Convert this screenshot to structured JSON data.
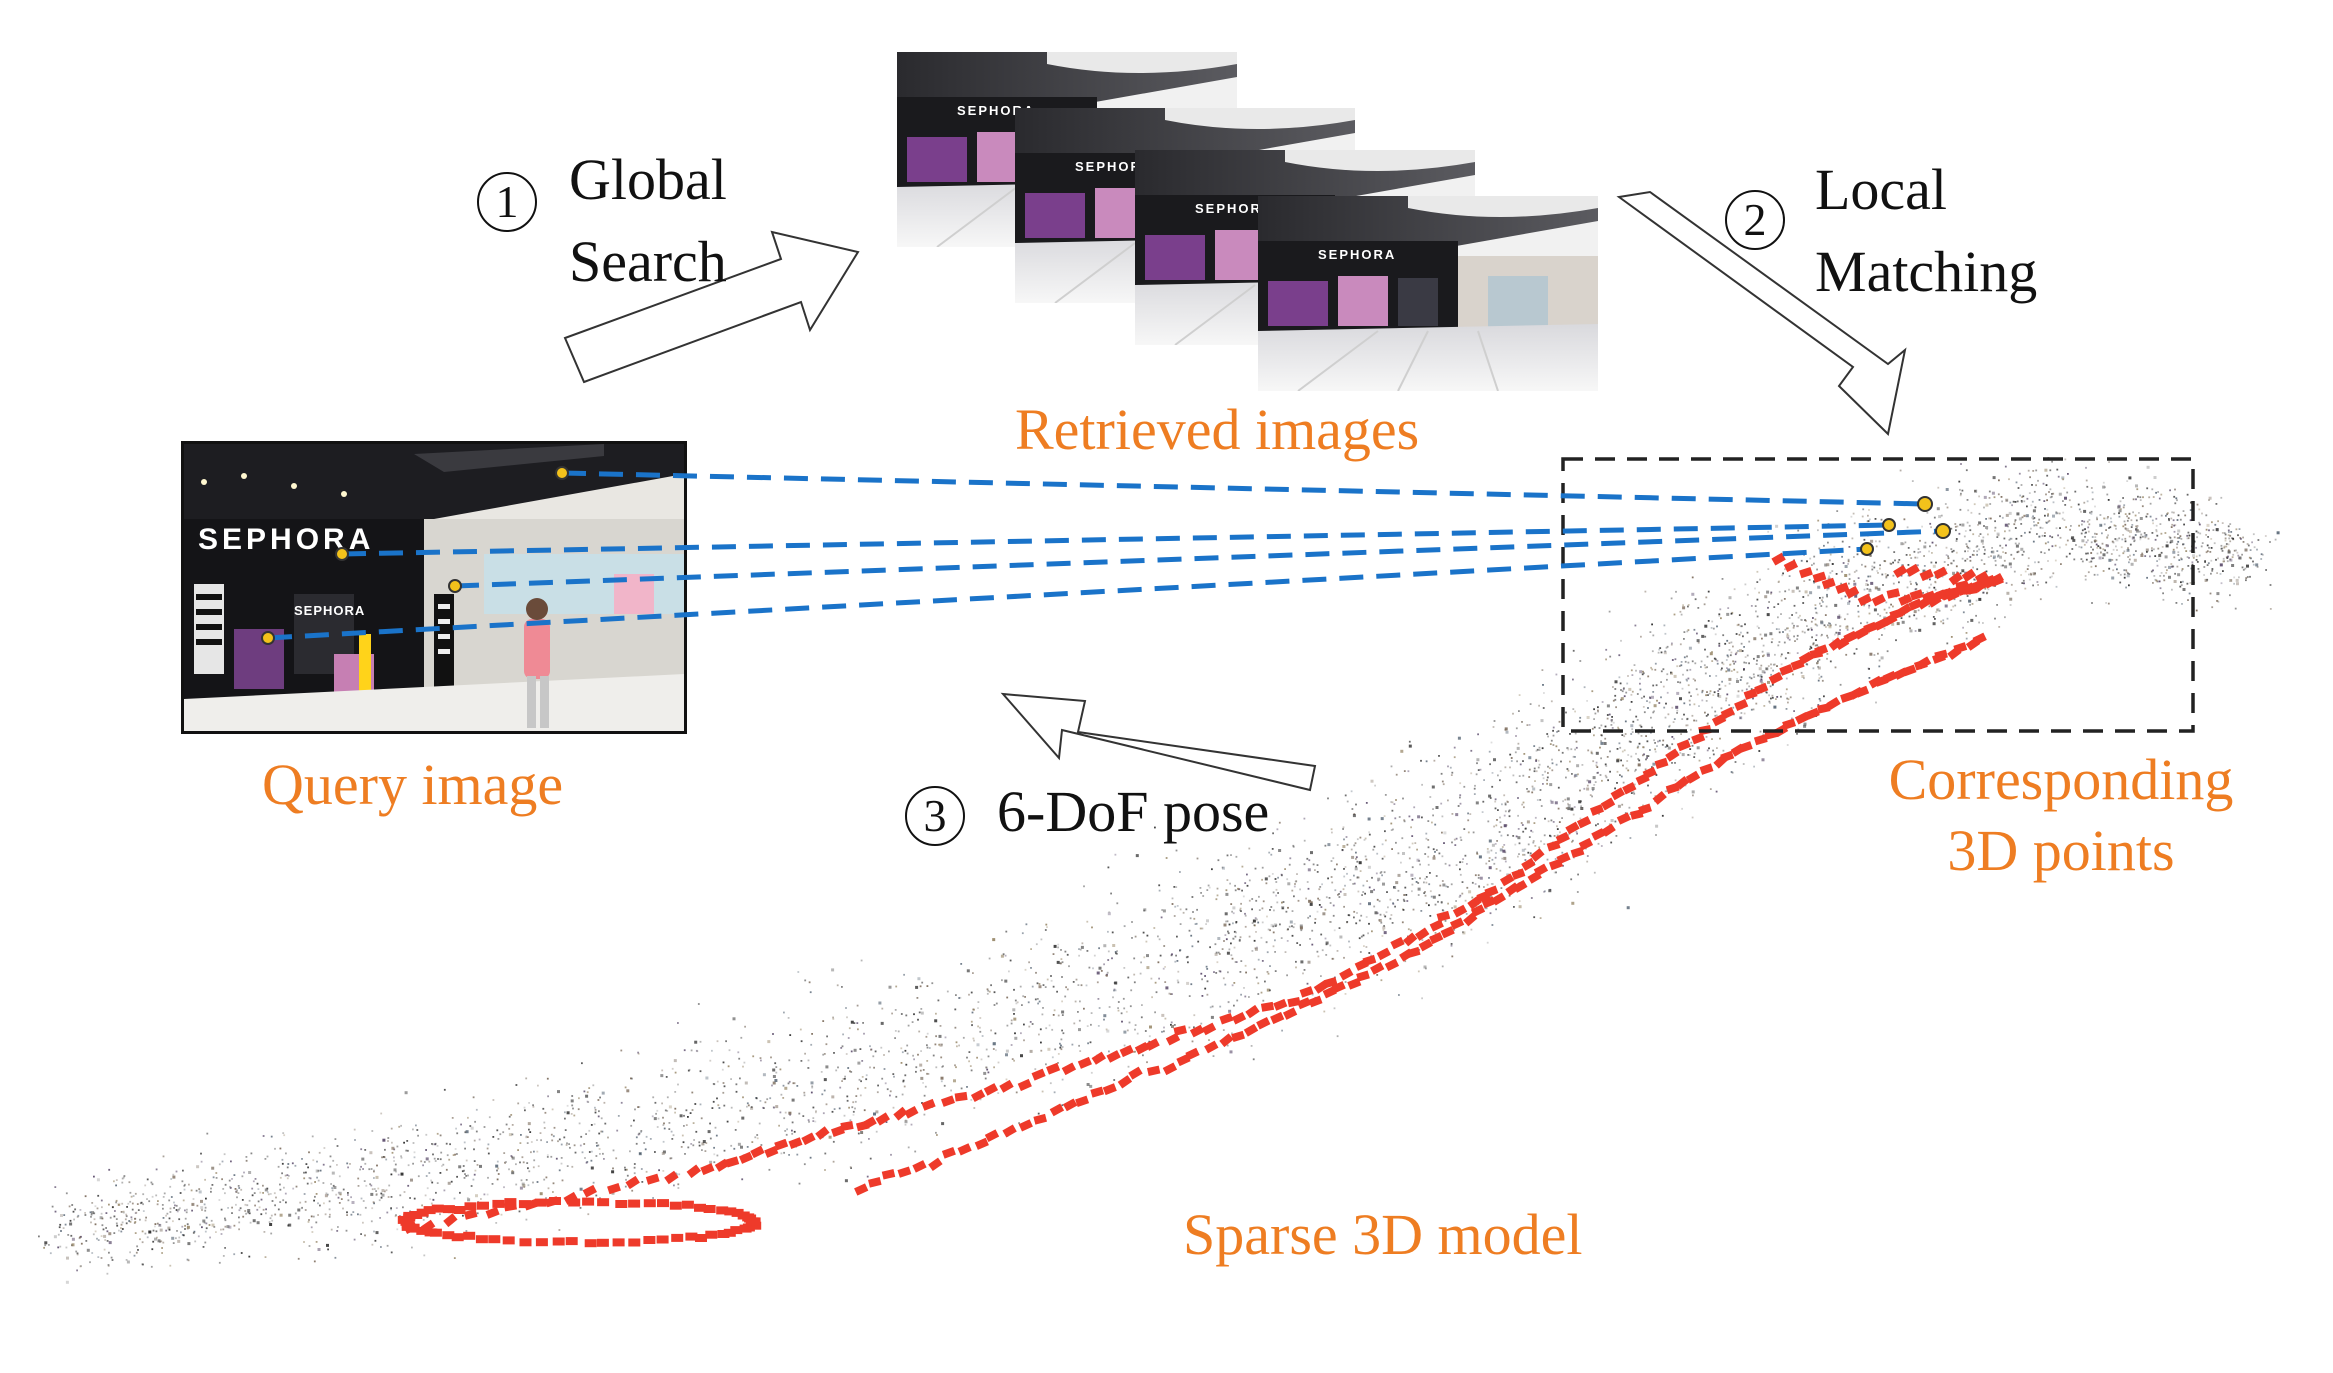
{
  "labels": {
    "step1_num": "1",
    "step1_line1": "Global",
    "step1_line2": "Search",
    "step2_num": "2",
    "step2_line1": "Local",
    "step2_line2": "Matching",
    "step3_num": "3",
    "step3_text": "6-DoF pose",
    "retrieved": "Retrieved images",
    "query": "Query image",
    "corresponding_line1": "Corresponding",
    "corresponding_line2": "3D points",
    "sparse_model": "Sparse 3D model"
  },
  "signs": {
    "query_main": "SEPHORA",
    "query_small": "SEPHORA",
    "retrieved_sign": "SEPHORA"
  },
  "colors": {
    "accent_orange": "#ee7d22",
    "match_line_blue": "#1a73c9",
    "keypoint_yellow": "#f3c21b",
    "trajectory_red": "#ee3a2a"
  }
}
